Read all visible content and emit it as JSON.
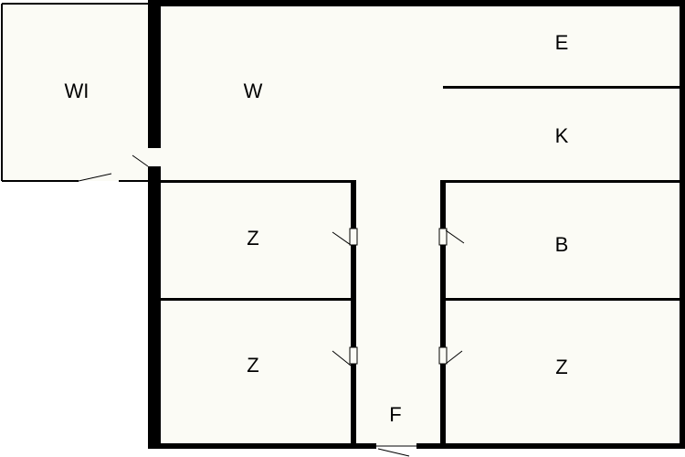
{
  "rooms": {
    "wi": "WI",
    "w": "W",
    "e": "E",
    "k": "K",
    "z1": "Z",
    "b": "B",
    "z2": "Z",
    "z3": "Z",
    "f": "F"
  },
  "colors": {
    "floor": "#fbfbf5",
    "wall": "#000000",
    "background": "#ffffff"
  }
}
